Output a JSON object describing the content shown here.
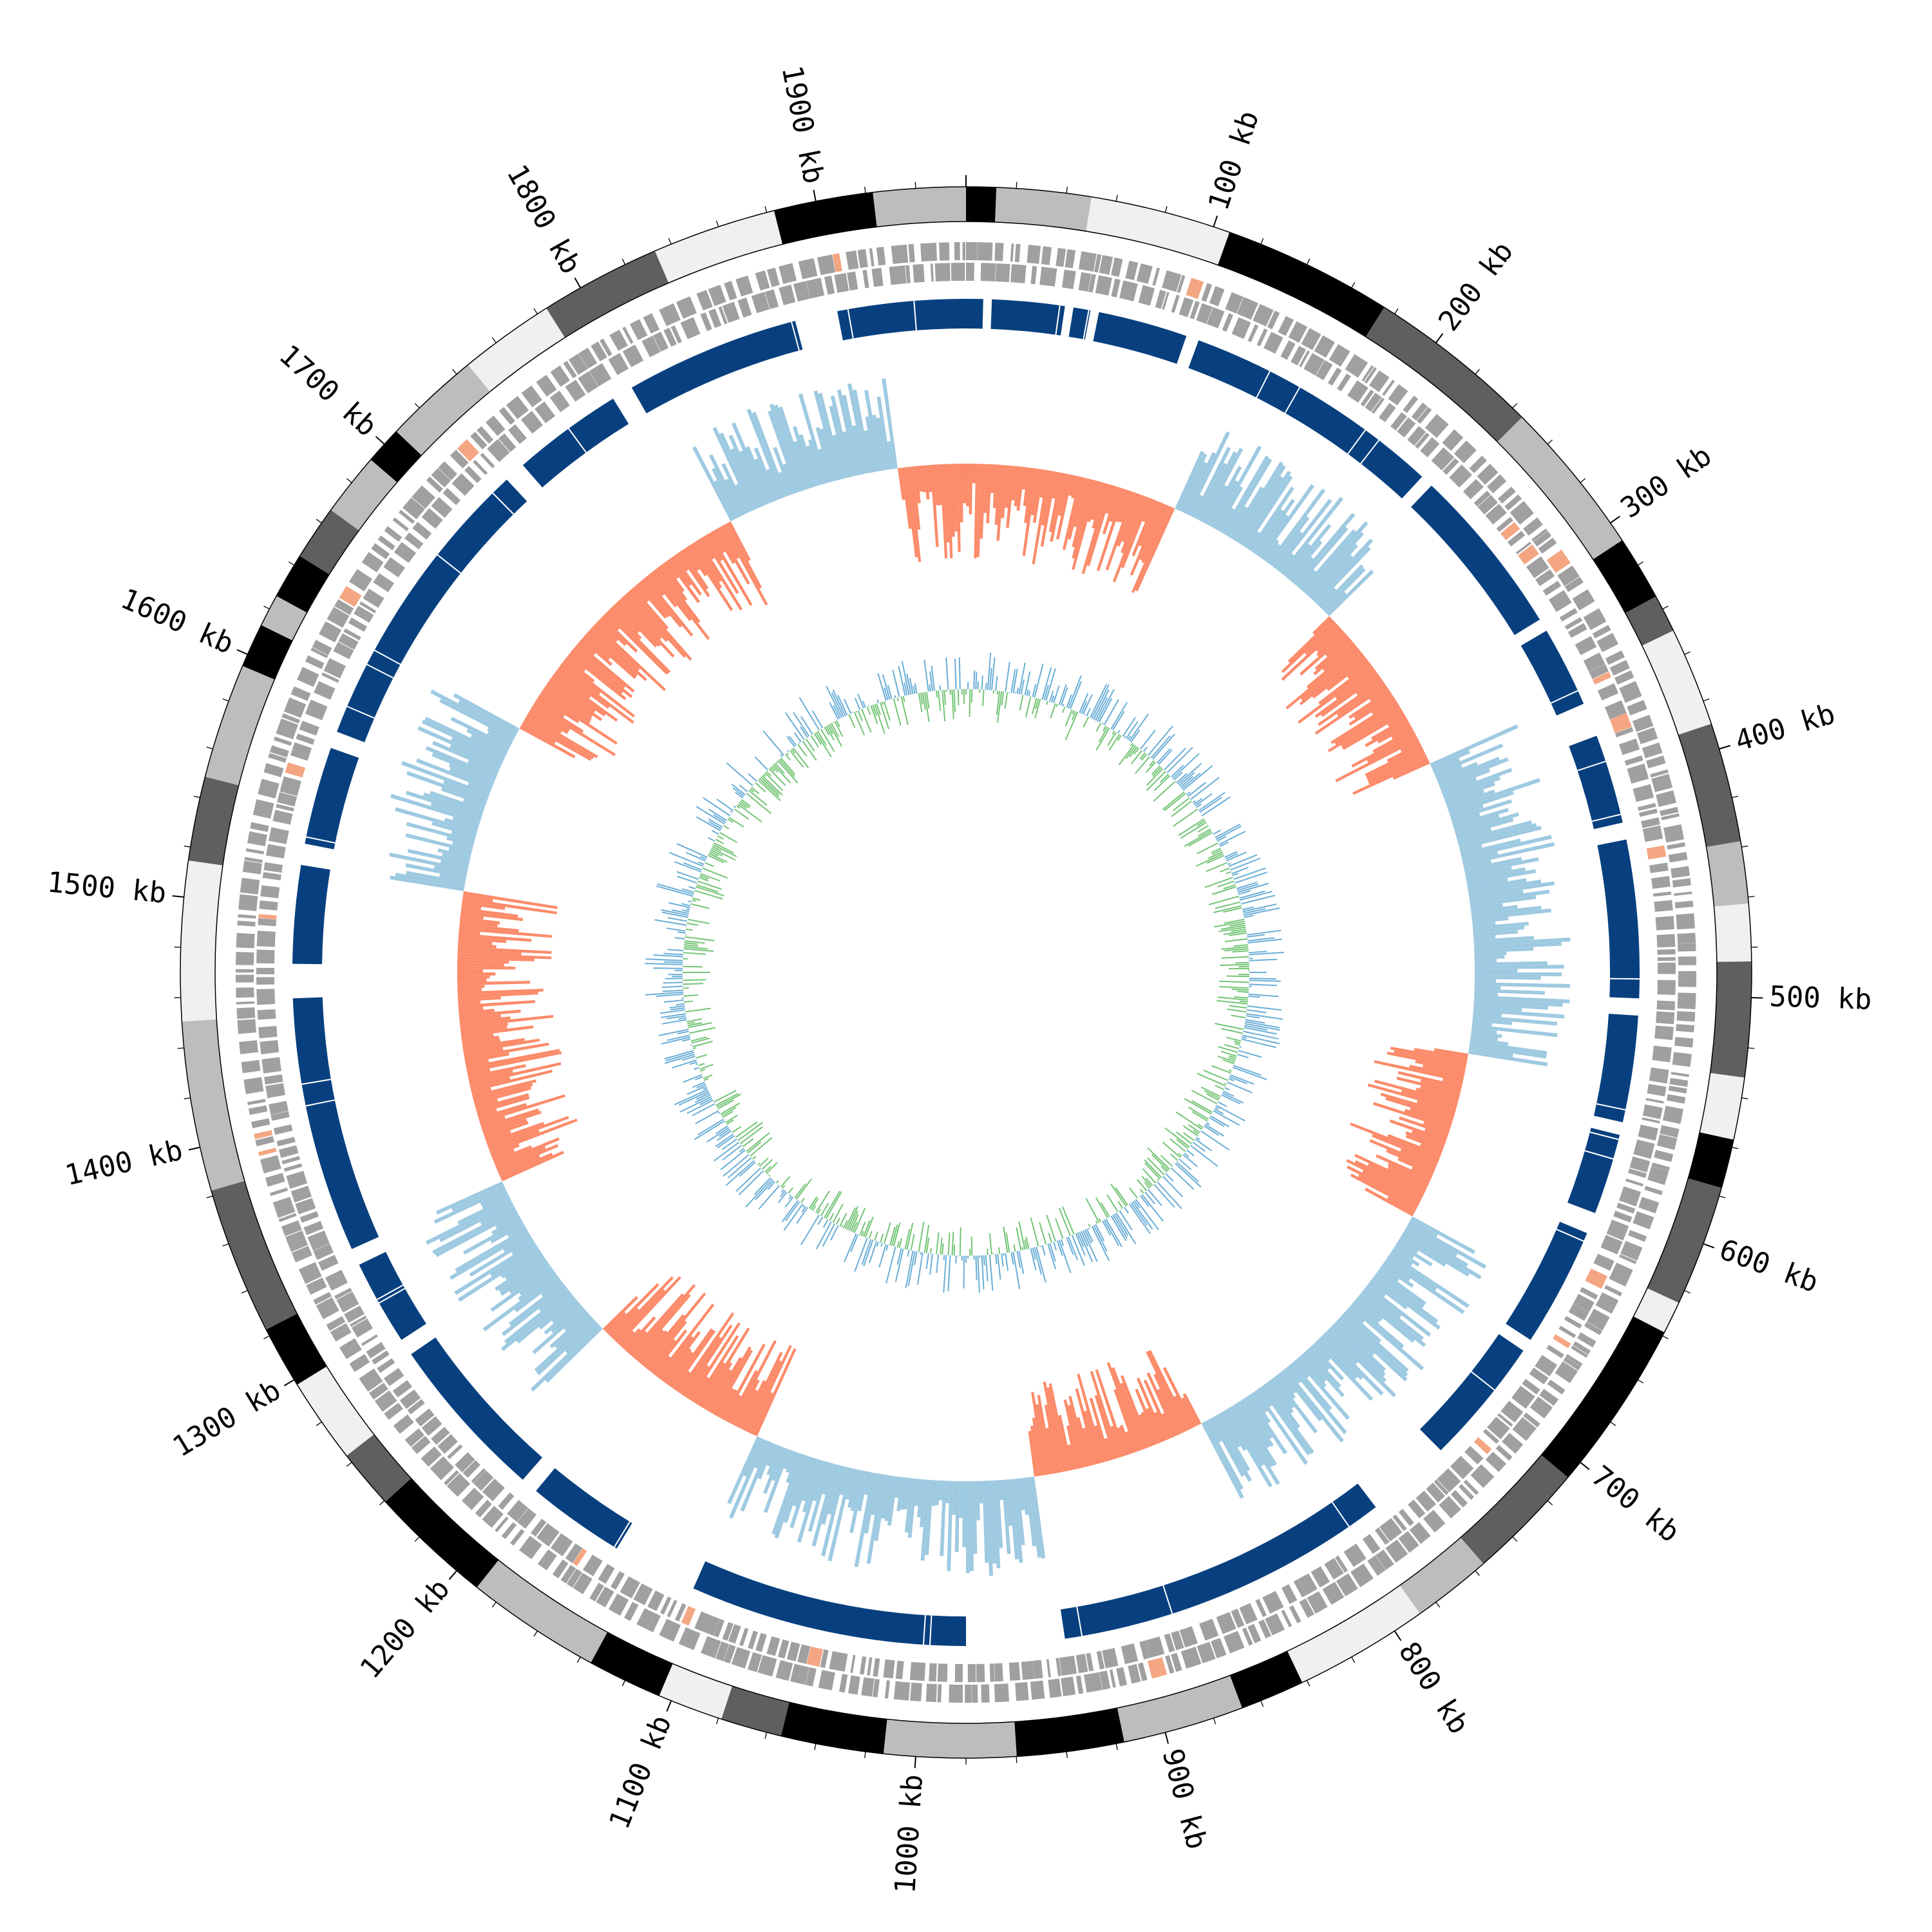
{
  "genome": {
    "length_kb": 1960,
    "tick_labels": [
      {
        "kb": 100,
        "label": "100 kb"
      },
      {
        "kb": 200,
        "label": "200 kb"
      },
      {
        "kb": 300,
        "label": "300 kb"
      },
      {
        "kb": 400,
        "label": "400 kb"
      },
      {
        "kb": 500,
        "label": "500 kb"
      },
      {
        "kb": 600,
        "label": "600 kb"
      },
      {
        "kb": 700,
        "label": "700 kb"
      },
      {
        "kb": 800,
        "label": "800 kb"
      },
      {
        "kb": 900,
        "label": "900 kb"
      },
      {
        "kb": 1000,
        "label": "1000 kb"
      },
      {
        "kb": 1100,
        "label": "1100 kb"
      },
      {
        "kb": 1200,
        "label": "1200 kb"
      },
      {
        "kb": 1300,
        "label": "1300 kb"
      },
      {
        "kb": 1400,
        "label": "1400 kb"
      },
      {
        "kb": 1500,
        "label": "1500 kb"
      },
      {
        "kb": 1600,
        "label": "1600 kb"
      },
      {
        "kb": 1700,
        "label": "1700 kb"
      },
      {
        "kb": 1800,
        "label": "1800 kb"
      },
      {
        "kb": 1900,
        "label": "1900 kb"
      }
    ],
    "minor_tick_kb": 20
  },
  "colors": {
    "background": "#ffffff",
    "outline": "#000000",
    "gene_feature": "#a0a0a0",
    "gene_highlight": "#f4a582",
    "homology_block": "#08407f",
    "skew_positive": "#fb8b6a",
    "skew_negative": "#9ecae1",
    "skew_line": "#6baed6",
    "gc_content_fill": "#74c476",
    "gc_content_line": "#6baed6"
  },
  "legend": []
}
